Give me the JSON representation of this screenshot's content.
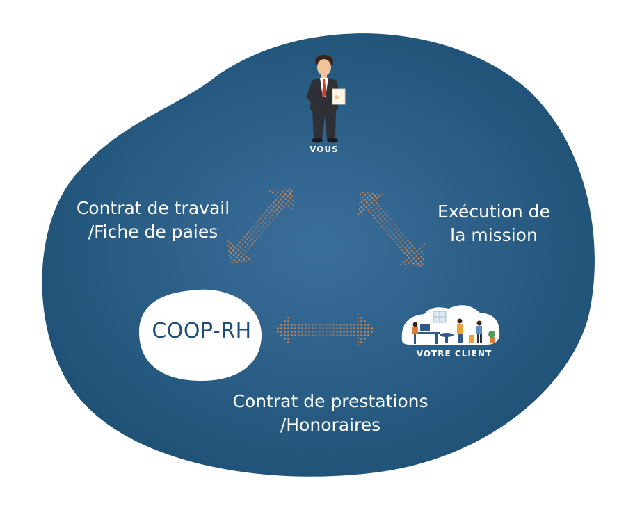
{
  "colors": {
    "blob_center": "#3b6f9b",
    "blob_edge": "#1d4f73",
    "arrow": "#e08a4c",
    "coop_text": "#1f4e79",
    "white": "#ffffff"
  },
  "nodes": {
    "vous": {
      "label": "VOUS"
    },
    "client": {
      "label": "VOTRE CLIENT"
    },
    "coop": {
      "label": "COOP-RH"
    }
  },
  "edges": {
    "left": {
      "line1": "Contrat de travail",
      "line2": "/Fiche de paies"
    },
    "right": {
      "line1": "Exécution de",
      "line2": "la mission"
    },
    "bottom": {
      "line1": "Contrat de prestations",
      "line2": "/Honoraires"
    }
  }
}
